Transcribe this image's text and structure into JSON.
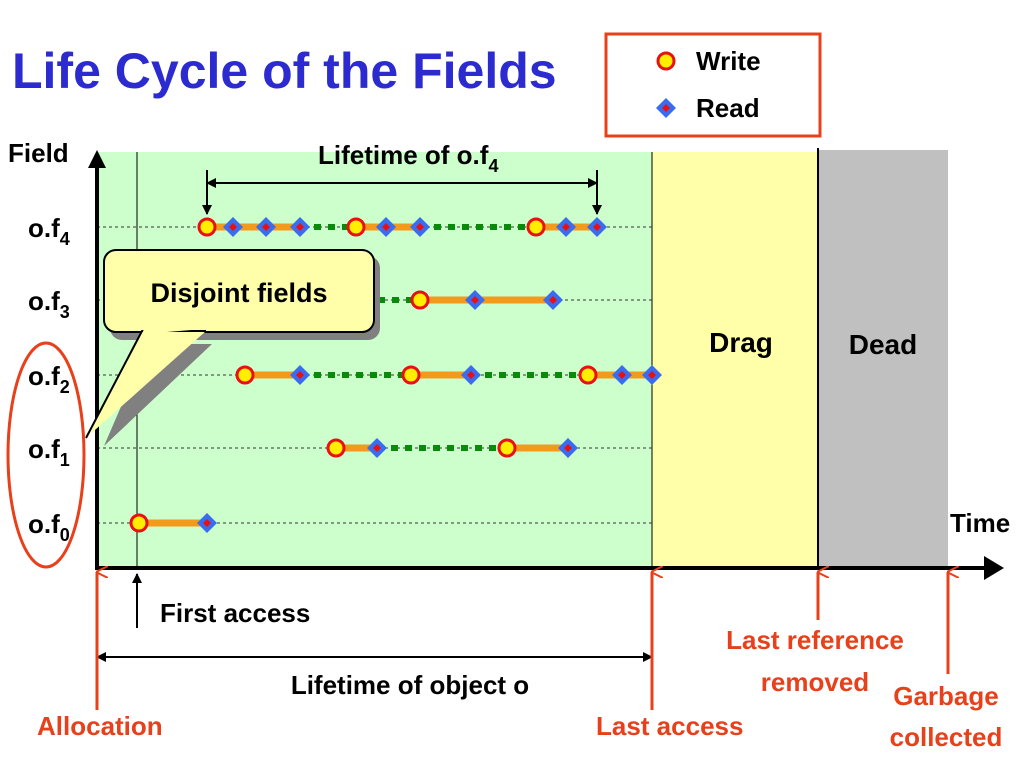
{
  "title": "Life Cycle of the Fields",
  "legend": {
    "write": "Write",
    "read": "Read"
  },
  "axis": {
    "y_label": "Field",
    "x_label": "Time"
  },
  "rows": [
    {
      "base": "o.f",
      "sub": "4"
    },
    {
      "base": "o.f",
      "sub": "3"
    },
    {
      "base": "o.f",
      "sub": "2"
    },
    {
      "base": "o.f",
      "sub": "1"
    },
    {
      "base": "o.f",
      "sub": "0"
    }
  ],
  "regions": {
    "drag": "Drag",
    "dead": "Dead"
  },
  "callout": "Disjoint fields",
  "lifetime_field": {
    "text": "Lifetime of o.f",
    "sub": "4"
  },
  "annotations": {
    "first_access": "First access",
    "lifetime_object": "Lifetime of object o",
    "allocation": "Allocation",
    "last_access": "Last access",
    "last_reference_1": "Last reference",
    "last_reference_2": "removed",
    "gc_1": "Garbage",
    "gc_2": "collected"
  },
  "colors": {
    "title": "#2b2bd0",
    "live_region": "#ccffcc",
    "drag_region": "#ffffaa",
    "dead_region": "#c0c0c0",
    "access_line": "#f29a1c",
    "gap_dots": "#0a8a0a",
    "write_fill": "#ffee00",
    "write_stroke": "#e81010",
    "read_fill": "#3a6cf0",
    "read_dot": "#e81010",
    "annotation": "#e8401a",
    "callout_fill": "#ffffaa"
  }
}
